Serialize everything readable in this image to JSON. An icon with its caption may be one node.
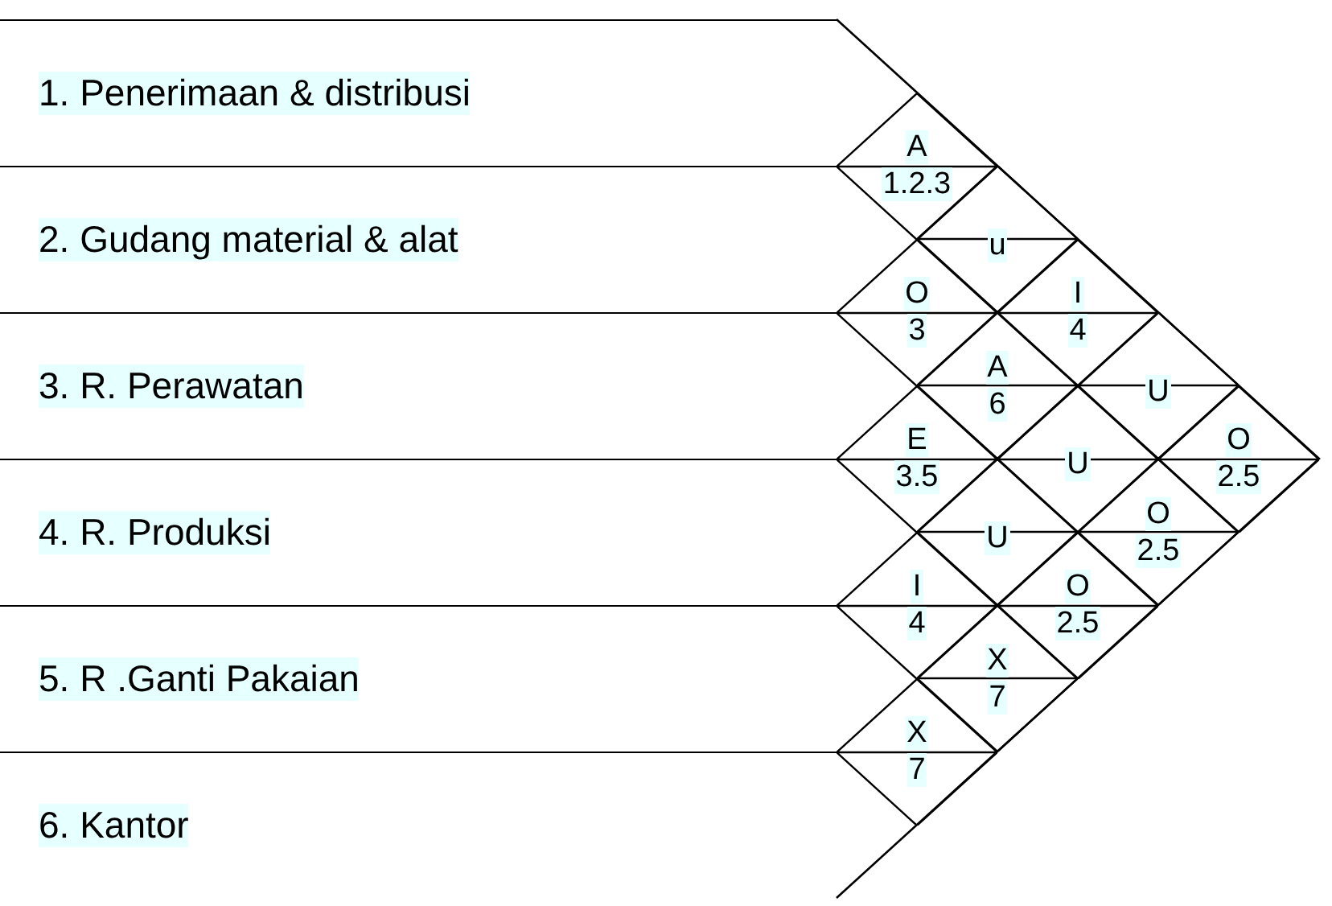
{
  "diagram": {
    "nodes": [
      {
        "text": [
          "1. Penerimaan & distribusi"
        ]
      },
      {
        "text": [
          "2. Gudang material & alat"
        ]
      },
      {
        "text": [
          "3. R. Perawatan"
        ]
      },
      {
        "text": [
          "4. R. Produksi"
        ]
      },
      {
        "text": [
          "5. R .Ganti Pakaian"
        ]
      },
      {
        "text": [
          "6. Kantor"
        ]
      },
      {
        "text": [
          "A",
          "1.2.3"
        ]
      },
      {
        "text": [
          "u"
        ]
      },
      {
        "text": [
          "O",
          "3"
        ]
      },
      {
        "text": [
          "I",
          "4"
        ]
      },
      {
        "text": [
          "A",
          "6"
        ]
      },
      {
        "text": [
          "U"
        ]
      },
      {
        "text": [
          "E",
          "3.5"
        ]
      },
      {
        "text": [
          "U"
        ]
      },
      {
        "text": [
          "O",
          "2.5"
        ]
      },
      {
        "text": [
          "U"
        ]
      },
      {
        "text": [
          "O",
          "2.5"
        ]
      },
      {
        "text": [
          "I",
          "4"
        ]
      },
      {
        "text": [
          "O",
          "2.5"
        ]
      },
      {
        "text": [
          "X",
          "7"
        ]
      },
      {
        "text": [
          "X",
          "7"
        ]
      }
    ],
    "edges": []
  }
}
